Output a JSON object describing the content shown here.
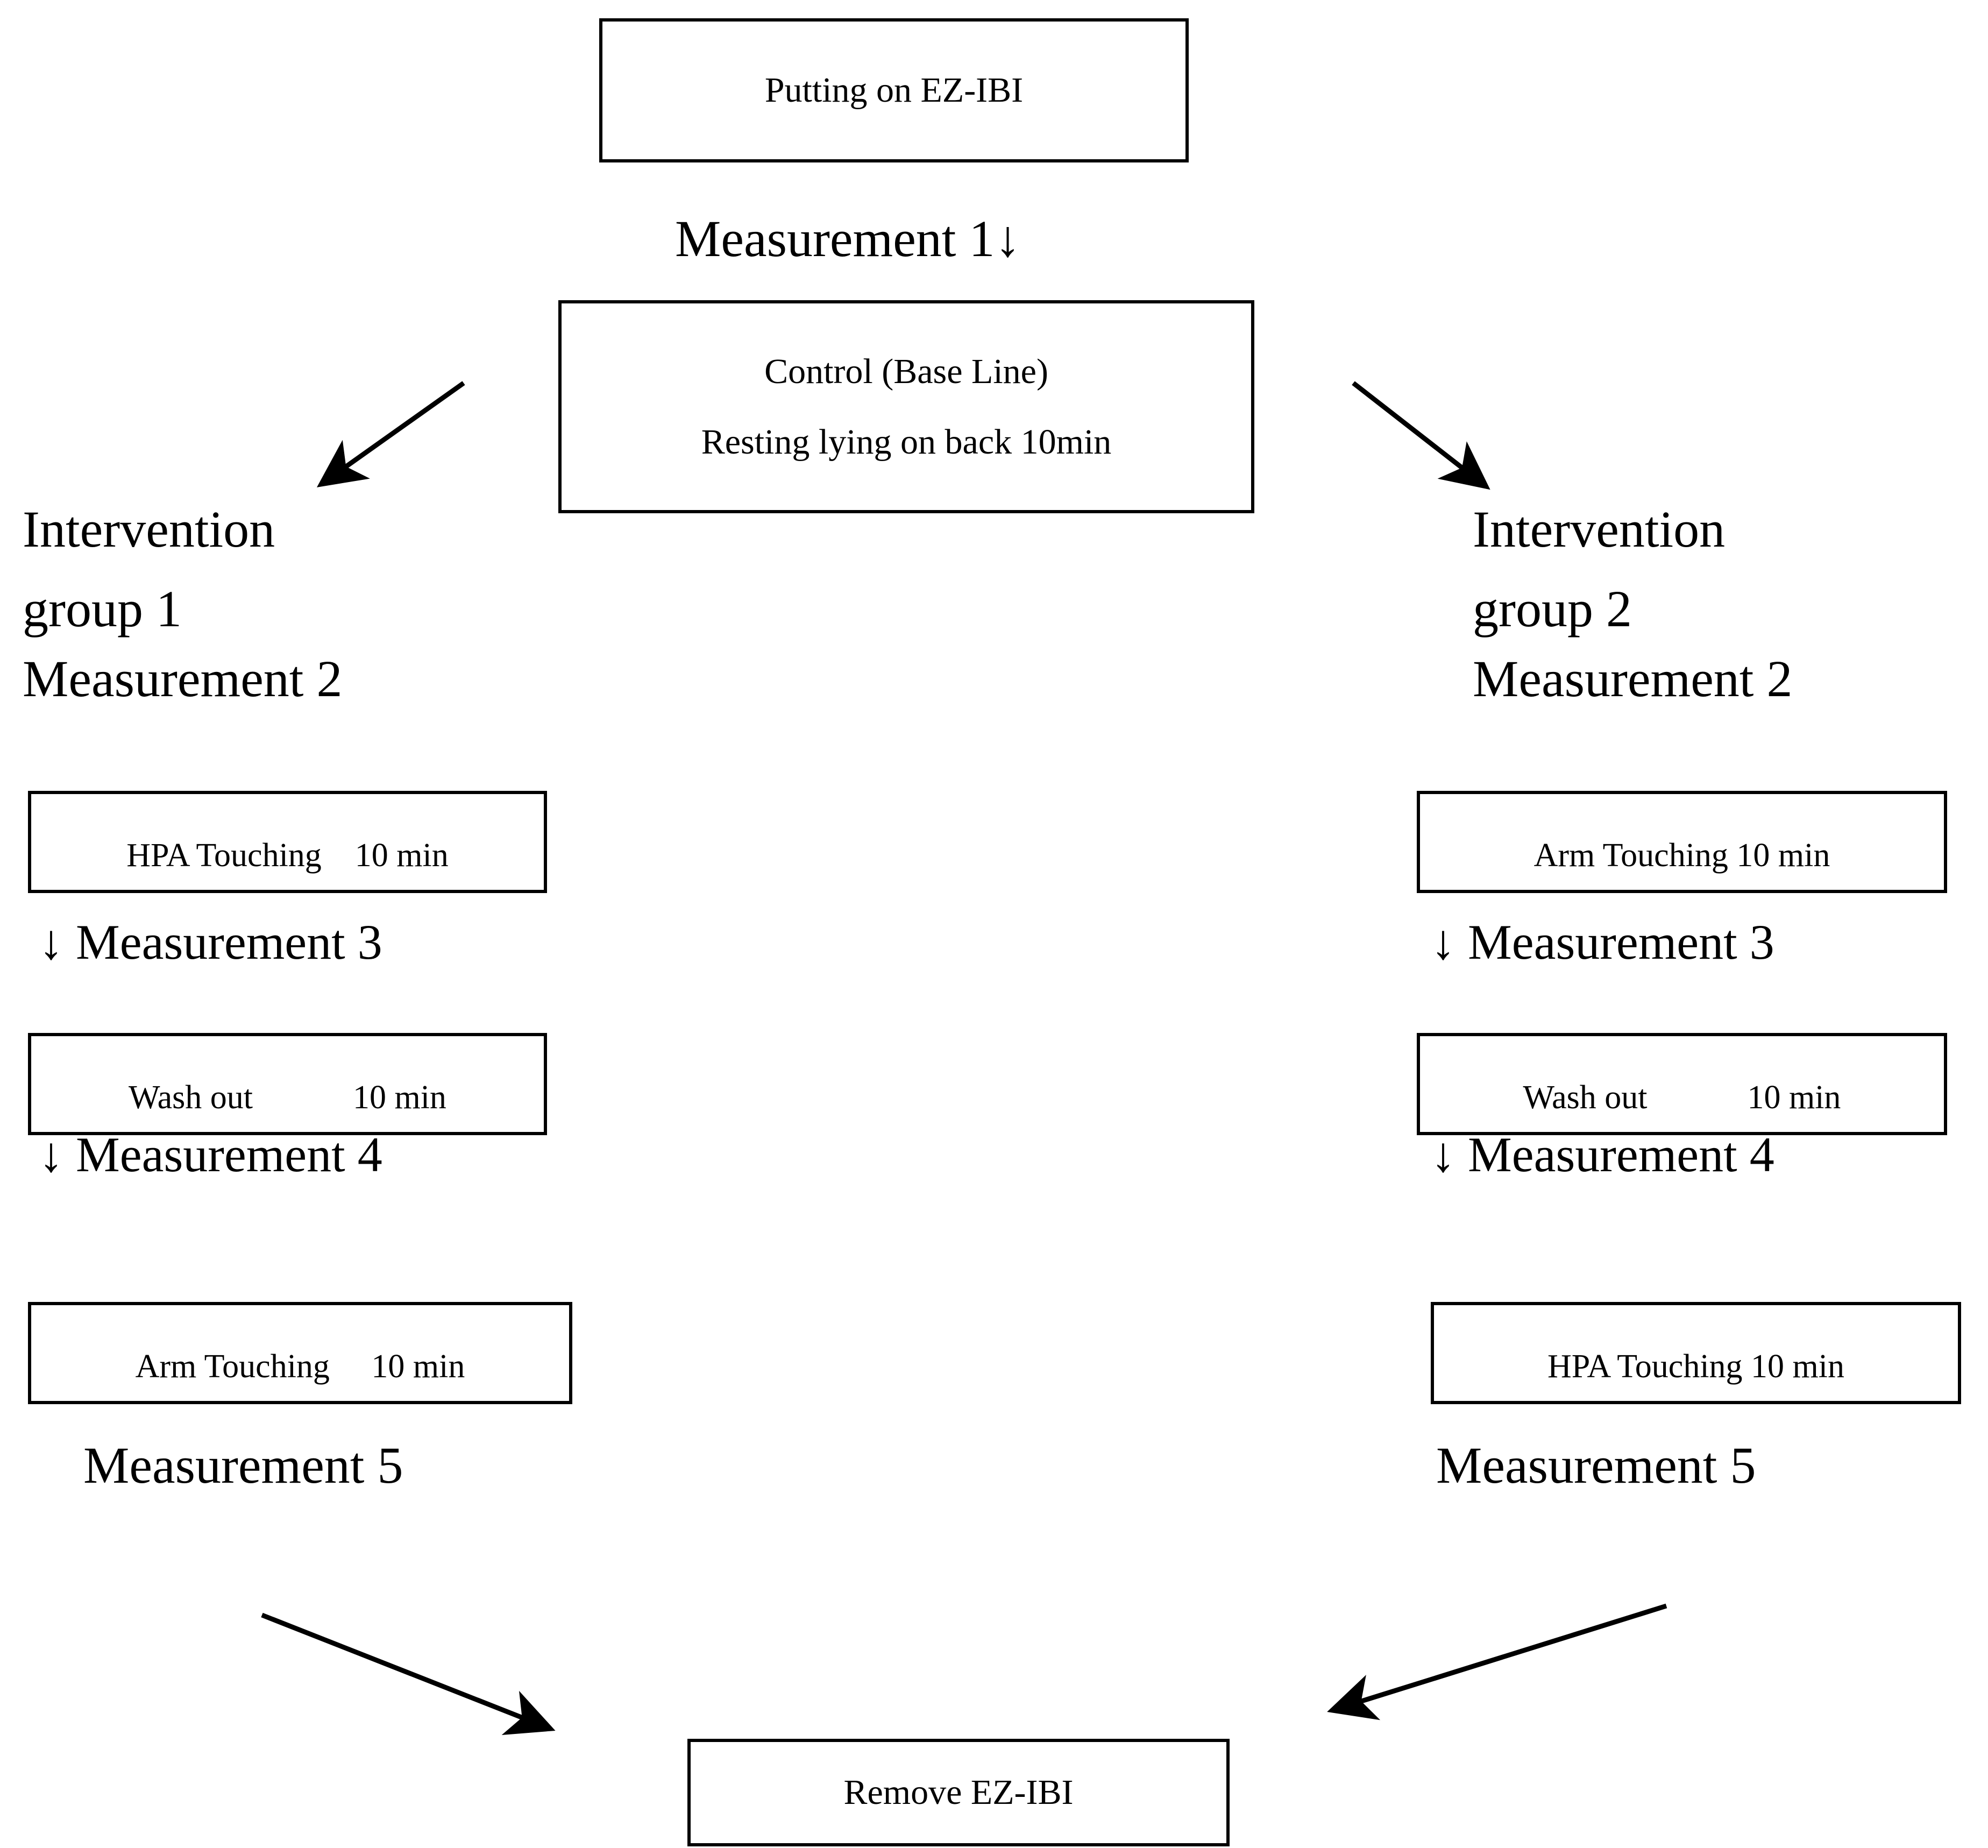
{
  "figure": {
    "type": "flowchart",
    "orientation": "symmetric-two-arm-crossover"
  },
  "nodes": {
    "start_box": {
      "label": "Putting on EZ-IBI"
    },
    "measurement_1": {
      "label": "Measurement 1↓"
    },
    "control_box": {
      "line1": "Control (Base Line)",
      "line2": "Resting lying on back 10min"
    },
    "end_box": {
      "label": "Remove EZ-IBI"
    }
  },
  "left_arm": {
    "group_title_line1": "Intervention",
    "group_title_line2": "group 1",
    "measurement_2": "Measurement 2",
    "step1_box": "HPA Touching    10 min",
    "measurement_3": "↓ Measurement 3",
    "step2_box": "Wash out            10 min",
    "measurement_4": "↓ Measurement 4",
    "step3_box": "Arm Touching     10 min",
    "measurement_5": "Measurement 5"
  },
  "right_arm": {
    "group_title_line1": "Intervention",
    "group_title_line2": "group 2",
    "measurement_2": "Measurement 2",
    "step1_box": "Arm Touching 10 min",
    "measurement_3": "↓ Measurement 3",
    "step2_box": "Wash out            10 min",
    "measurement_4": "↓ Measurement 4",
    "step3_box": "HPA Touching 10 min",
    "measurement_5": "Measurement 5"
  },
  "colors": {
    "stroke": "#000000",
    "fill": "#ffffff",
    "text": "#000000"
  }
}
